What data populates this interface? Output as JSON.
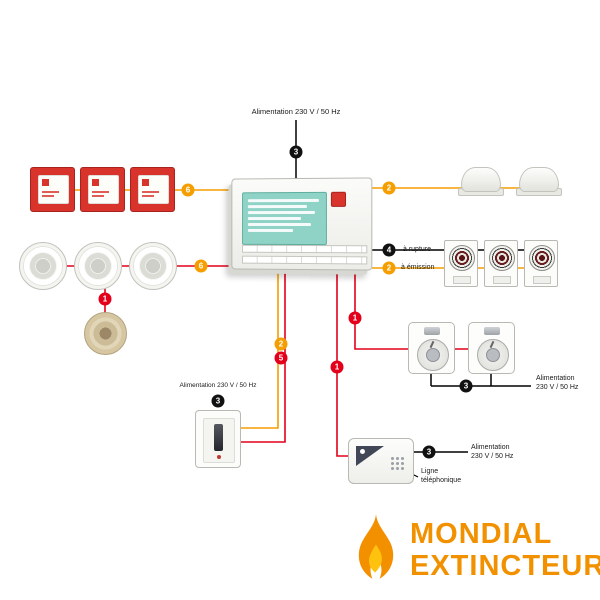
{
  "diagram": {
    "labels": {
      "power_top": "Alimentation 230 V / 50 Hz",
      "power_wall_device": "Alimentation 230 V / 50 Hz",
      "power_strobes_line1": "Alimentation",
      "power_strobes_line2": "230 V / 50 Hz",
      "power_transmitter_line1": "Alimentation",
      "power_transmitter_line2": "230 V / 50 Hz",
      "rupture": "à rupture",
      "emission": "à émission",
      "phone_line1": "Ligne",
      "phone_line2": "téléphonique"
    },
    "badges": {
      "power_top": "3",
      "call_points_line": "6",
      "sounders_line": "2",
      "detectors_line": "6",
      "heat_drop": "1",
      "rupture_line": "4",
      "emission_line": "2",
      "right_bus": "1",
      "left_orange": "2",
      "left_red": "5",
      "mid_bus": "1",
      "strobes_power": "3",
      "transmitter_power": "3",
      "wall_device_power": "3"
    },
    "colors": {
      "wire_orange": "#F59E00",
      "wire_red": "#E2001A",
      "wire_black": "#000000",
      "call_point_red": "#D8342C",
      "panel_display_teal": "#8FD2C6",
      "logo_orange": "#F29100",
      "logo_flame_orange": "#F39000",
      "logo_flame_yellow": "#FFC20E"
    }
  },
  "logo": {
    "line1": "MONDIAL",
    "line2": "EXTINCTEUR"
  }
}
